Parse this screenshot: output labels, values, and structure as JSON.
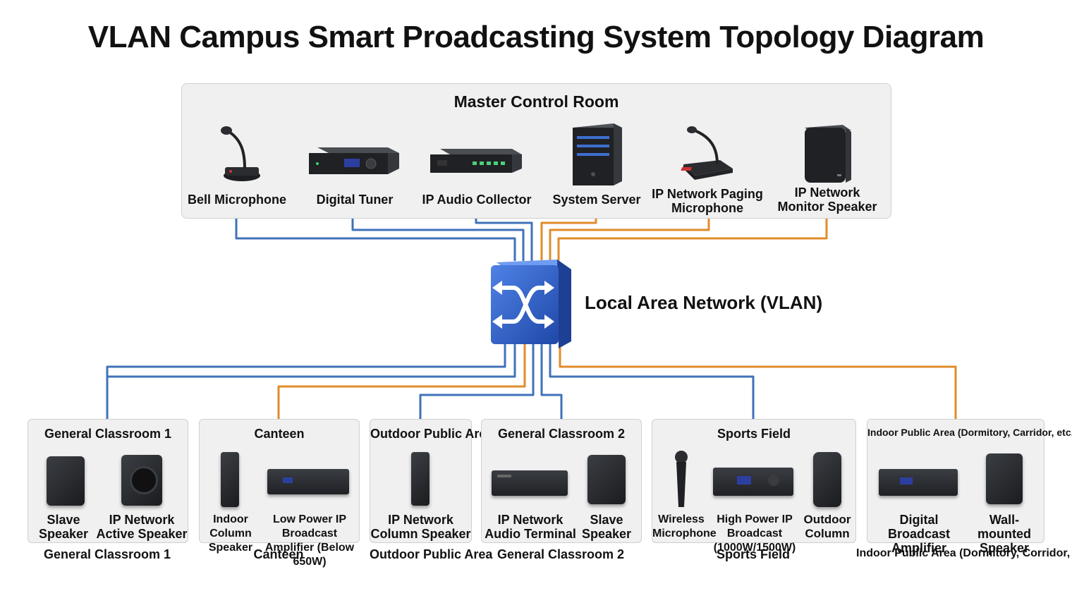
{
  "title": "VLAN Campus Smart Proadcasting System Topology Diagram",
  "master_room": {
    "title": "Master Control Room",
    "devices": [
      {
        "label": "Bell Microphone",
        "icon": "gooseneck-microphone-icon"
      },
      {
        "label": "Digital Tuner",
        "icon": "rack-tuner-icon"
      },
      {
        "label": "IP Audio Collector",
        "icon": "rack-collector-icon"
      },
      {
        "label": "System Server",
        "icon": "tower-server-icon"
      },
      {
        "label": "IP Network Paging Microphone",
        "icon": "paging-microphone-icon"
      },
      {
        "label": "IP Network Monitor Speaker",
        "icon": "monitor-speaker-icon"
      }
    ]
  },
  "switch": {
    "label": "Local Area Network (VLAN)",
    "icon": "network-switch-icon",
    "color": "#2f5fc4"
  },
  "colors": {
    "wire_blue": "#3f72b8",
    "wire_orange": "#e08b2a"
  },
  "areas": [
    {
      "title": "General Classroom 1",
      "caption": "General Classroom 1",
      "devices": [
        {
          "label": "Slave Speaker",
          "icon": "speaker-icon"
        },
        {
          "label": "IP Network Active Speaker",
          "icon": "active-speaker-icon"
        }
      ]
    },
    {
      "title": "Canteen",
      "caption": "Canteen",
      "devices": [
        {
          "label": "Indoor Column Speaker",
          "icon": "column-speaker-icon"
        },
        {
          "label": "Low Power IP Broadcast Amplifier (Below 650W)",
          "icon": "amplifier-icon"
        }
      ]
    },
    {
      "title": "Outdoor Public Area",
      "caption": "Outdoor Public Area",
      "devices": [
        {
          "label": "IP Network Column Speaker",
          "icon": "column-speaker-icon"
        }
      ]
    },
    {
      "title": "General Classroom 2",
      "caption": "General Classroom 2",
      "devices": [
        {
          "label": "IP Network Audio Terminal",
          "icon": "audio-terminal-icon"
        },
        {
          "label": "Slave Speaker",
          "icon": "speaker-icon"
        }
      ]
    },
    {
      "title": "Sports Field",
      "caption": "Sports Field",
      "devices": [
        {
          "label": "Wireless Microphone",
          "icon": "handheld-microphone-icon"
        },
        {
          "label": "High Power IP Broadcast (1000W/1500W)",
          "icon": "amplifier-icon"
        },
        {
          "label": "Outdoor Column",
          "icon": "outdoor-speaker-icon"
        }
      ]
    },
    {
      "title": "Indoor Public Area (Dormitory, Carridor, etc.)",
      "caption": "Indoor Public Area (Dormitory, Corridor, etc.)",
      "devices": [
        {
          "label": "Digital Broadcast Amplifier",
          "icon": "amplifier-icon"
        },
        {
          "label": "Wall-mounted Speaker",
          "icon": "wall-speaker-icon"
        }
      ]
    }
  ]
}
